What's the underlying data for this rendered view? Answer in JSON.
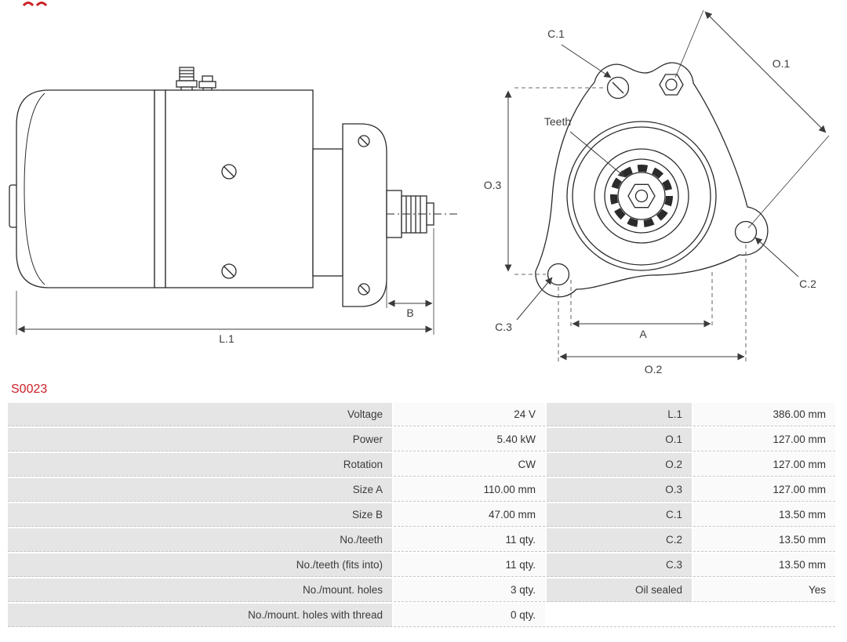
{
  "part_number": "S0023",
  "diagram": {
    "side_view": {
      "labels": {
        "l1": "L.1",
        "b": "B"
      }
    },
    "front_view": {
      "labels": {
        "c1": "C.1",
        "c2": "C.2",
        "c3": "C.3",
        "o1": "O.1",
        "o2": "O.2",
        "o3": "O.3",
        "a": "A",
        "teeth": "Teeth"
      }
    }
  },
  "specs_table": {
    "rows": [
      {
        "label1": "Voltage",
        "value1": "24 V",
        "label2": "L.1",
        "value2": "386.00 mm"
      },
      {
        "label1": "Power",
        "value1": "5.40 kW",
        "label2": "O.1",
        "value2": "127.00 mm"
      },
      {
        "label1": "Rotation",
        "value1": "CW",
        "label2": "O.2",
        "value2": "127.00 mm"
      },
      {
        "label1": "Size A",
        "value1": "110.00 mm",
        "label2": "O.3",
        "value2": "127.00 mm"
      },
      {
        "label1": "Size B",
        "value1": "47.00 mm",
        "label2": "C.1",
        "value2": "13.50 mm"
      },
      {
        "label1": "No./teeth",
        "value1": "11 qty.",
        "label2": "C.2",
        "value2": "13.50 mm"
      },
      {
        "label1": "No./teeth (fits into)",
        "value1": "11 qty.",
        "label2": "C.3",
        "value2": "13.50 mm"
      },
      {
        "label1": "No./mount. holes",
        "value1": "3 qty.",
        "label2": "Oil sealed",
        "value2": "Yes"
      },
      {
        "label1": "No./mount. holes with thread",
        "value1": "0 qty.",
        "label2": "",
        "value2": ""
      }
    ]
  },
  "colors": {
    "part_number_color": "#cc2127",
    "logo_color": "#cc2127",
    "table_label_bg": "#e5e5e5",
    "table_value_bg": "#fafafa",
    "line_color": "#2b2b2b"
  }
}
